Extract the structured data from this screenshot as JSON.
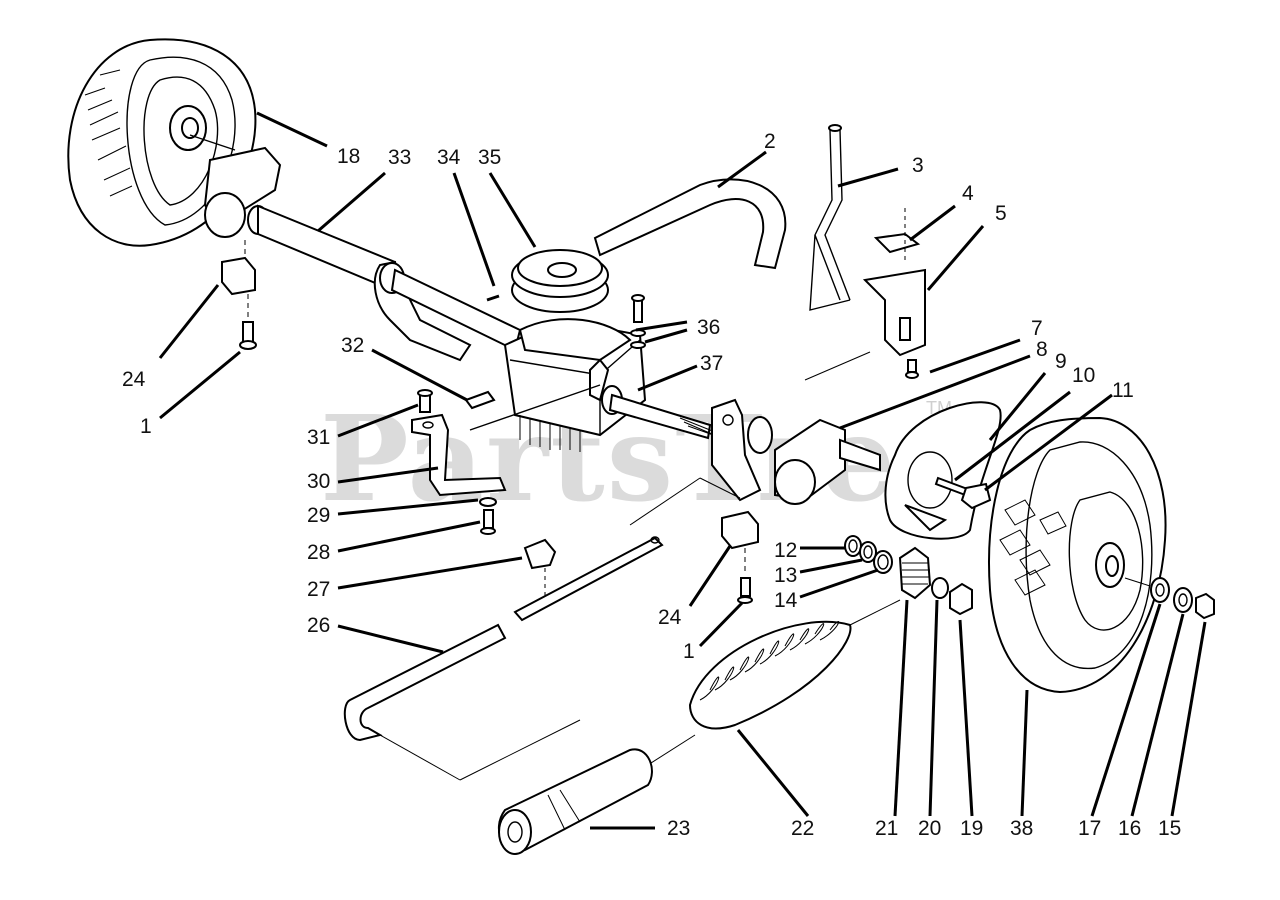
{
  "watermark": {
    "text": "PartsTree",
    "trademark": "TM"
  },
  "callouts": [
    {
      "id": "c1a",
      "label": "1"
    },
    {
      "id": "c1b",
      "label": "1"
    },
    {
      "id": "c2",
      "label": "2"
    },
    {
      "id": "c3",
      "label": "3"
    },
    {
      "id": "c4",
      "label": "4"
    },
    {
      "id": "c5",
      "label": "5"
    },
    {
      "id": "c7",
      "label": "7"
    },
    {
      "id": "c8",
      "label": "8"
    },
    {
      "id": "c9",
      "label": "9"
    },
    {
      "id": "c10",
      "label": "10"
    },
    {
      "id": "c11",
      "label": "11"
    },
    {
      "id": "c12",
      "label": "12"
    },
    {
      "id": "c13",
      "label": "13"
    },
    {
      "id": "c14",
      "label": "14"
    },
    {
      "id": "c15",
      "label": "15"
    },
    {
      "id": "c16",
      "label": "16"
    },
    {
      "id": "c17",
      "label": "17"
    },
    {
      "id": "c18",
      "label": "18"
    },
    {
      "id": "c19",
      "label": "19"
    },
    {
      "id": "c20",
      "label": "20"
    },
    {
      "id": "c21",
      "label": "21"
    },
    {
      "id": "c22",
      "label": "22"
    },
    {
      "id": "c23",
      "label": "23"
    },
    {
      "id": "c24a",
      "label": "24"
    },
    {
      "id": "c24b",
      "label": "24"
    },
    {
      "id": "c26",
      "label": "26"
    },
    {
      "id": "c27",
      "label": "27"
    },
    {
      "id": "c28",
      "label": "28"
    },
    {
      "id": "c29",
      "label": "29"
    },
    {
      "id": "c30",
      "label": "30"
    },
    {
      "id": "c31",
      "label": "31"
    },
    {
      "id": "c32",
      "label": "32"
    },
    {
      "id": "c33",
      "label": "33"
    },
    {
      "id": "c34",
      "label": "34"
    },
    {
      "id": "c35",
      "label": "35"
    },
    {
      "id": "c36",
      "label": "36"
    },
    {
      "id": "c37",
      "label": "37"
    },
    {
      "id": "c38",
      "label": "38"
    }
  ]
}
